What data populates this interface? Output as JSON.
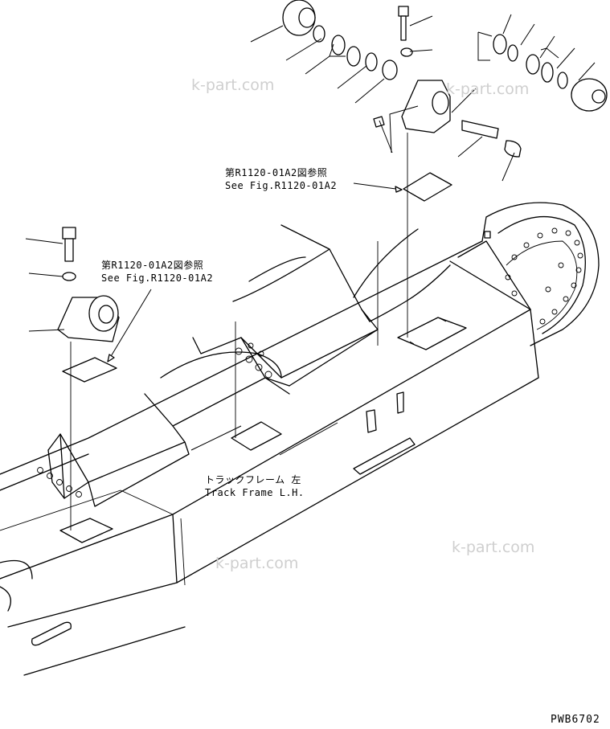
{
  "references": {
    "upper": {
      "jp": "第R1120-01A2図参照",
      "en": "See Fig.R1120-01A2"
    },
    "left": {
      "jp": "第R1120-01A2図参照",
      "en": "See Fig.R1120-01A2"
    }
  },
  "frame_label": {
    "jp": "トラックフレーム 左",
    "en": "Track Frame L.H."
  },
  "watermarks": [
    "k-part.com",
    "k-part.com",
    "k-part.com",
    "k-part.com"
  ],
  "drawing_code": "PWB6702"
}
